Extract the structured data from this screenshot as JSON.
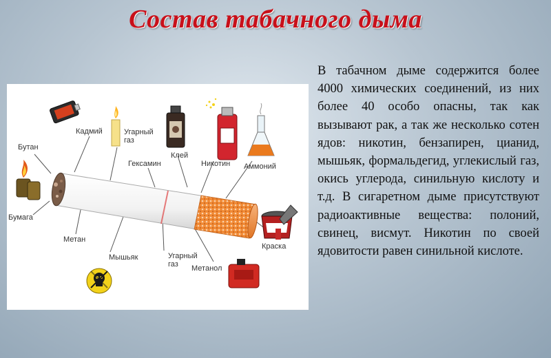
{
  "title": "Состав табачного дыма",
  "description": "В табачном дыме содержится более 4000 химических соединений, из них более 40 особо опасны, так как вызывают рак, а так же несколько сотен ядов: никотин, бензапирен, цианид, мышьяк, формальдегид, углекислый газ, окись углерода, синильную кислоту и т.д. В сигаретном дыме присутствуют радиоактивные вещества: полоний, свинец, висмут. Никотин по своей ядовитости равен синильной кислоте.",
  "labels": {
    "butan": "Бутан",
    "kadmiy": "Кадмий",
    "ugarny_gaz_top_1": "Угарный",
    "ugarny_gaz_top_2": "газ",
    "geksamin": "Гексамин",
    "kley": "Клей",
    "nikotin": "Никотин",
    "ammoniy": "Аммоний",
    "bumaga": "Бумага",
    "metan": "Метан",
    "myshyak": "Мышьяк",
    "ugarny_gaz_bottom_1": "Угарный",
    "ugarny_gaz_bottom_2": "газ",
    "metanol": "Метанол",
    "kraska": "Краска"
  },
  "colors": {
    "title": "#c8101a",
    "filter": "#f08a35",
    "ash": "#8a6a55"
  }
}
